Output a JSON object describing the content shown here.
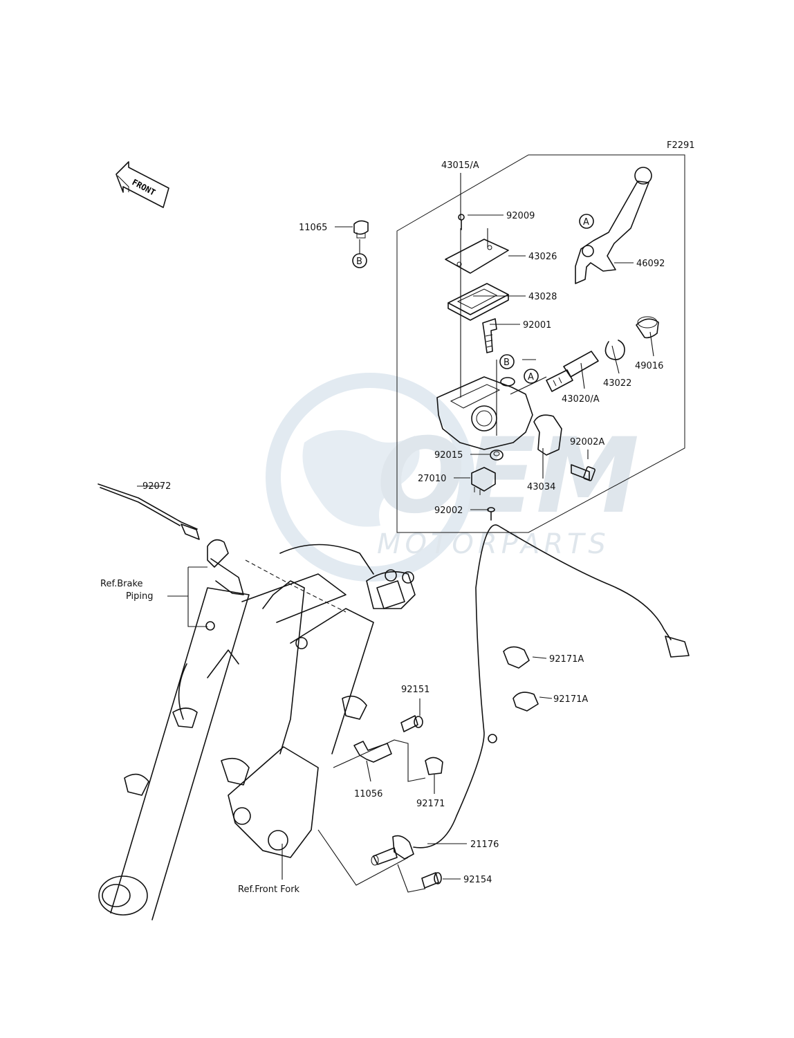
{
  "diagram_code": "F2291",
  "front_arrow_label": "FRONT",
  "watermark": {
    "logo_text": "OEM",
    "sub_text": "MOTORPARTS"
  },
  "parts": {
    "p43015A": "43015/A",
    "p92009": "92009",
    "p11065": "11065",
    "p43026": "43026",
    "p43028": "43028",
    "p92001": "92001",
    "p46092": "46092",
    "p49016": "49016",
    "p43022": "43022",
    "p43020A": "43020/A",
    "p92002A": "92002A",
    "p92015": "92015",
    "p27010": "27010",
    "p43034": "43034",
    "p92002": "92002",
    "p92072": "92072",
    "p92171A_1": "92171A",
    "p92171A_2": "92171A",
    "p92151": "92151",
    "p11056": "11056",
    "p92171": "92171",
    "p21176": "21176",
    "p92154": "92154"
  },
  "callouts": {
    "a1": "A",
    "a2": "A",
    "b1": "B",
    "b2": "B"
  },
  "references": {
    "brake_piping_line1": "Ref.Brake",
    "brake_piping_line2": "Piping",
    "front_fork": "Ref.Front Fork"
  }
}
